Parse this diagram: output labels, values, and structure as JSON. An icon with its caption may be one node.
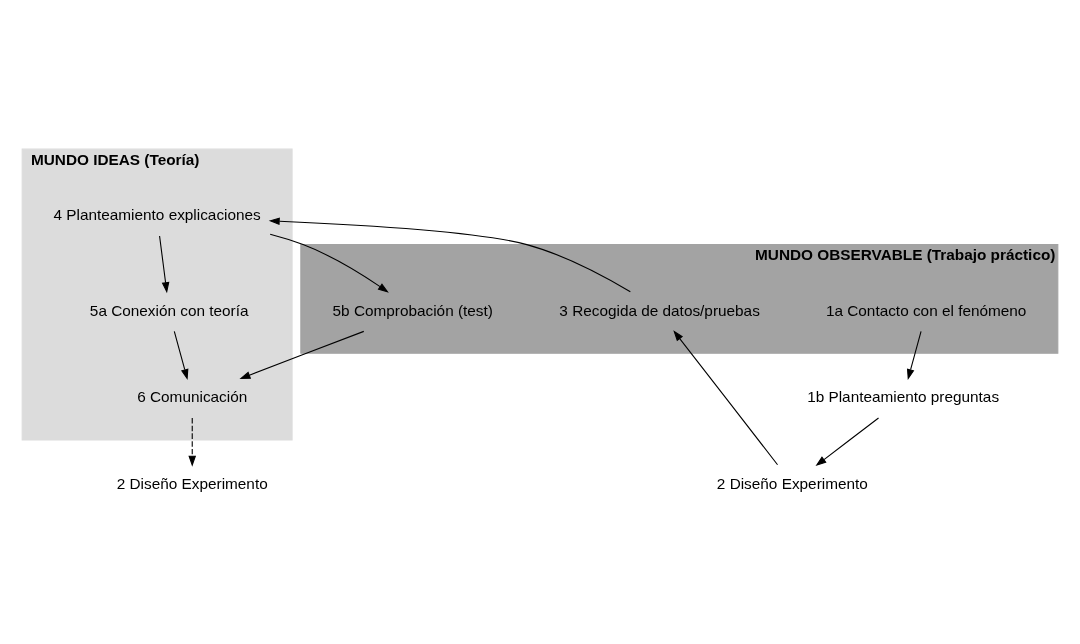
{
  "diagram": {
    "nodes": [
      {
        "text": [
          "MUNDO IDEAS (Teoría)"
        ]
      },
      {
        "text": [
          "4 Planteamiento explicaciones"
        ],
        "in": 0
      },
      {
        "text": [
          "5a Conexión con teoría"
        ],
        "in": 0
      },
      {
        "text": [
          "6 Comunicación"
        ],
        "in": 0
      },
      {
        "text": [
          "1b Planteamiento preguntas"
        ]
      },
      {
        "text": [
          "2 Diseño Experimento"
        ]
      },
      {
        "text": [
          "2 Diseño Experimento"
        ]
      },
      {
        "text": [
          "MUNDO OBSERVABLE (Trabajo práctico)"
        ]
      },
      {
        "text": [
          "1a Contacto con el fenómeno"
        ],
        "in": 7
      },
      {
        "text": [
          "3 Recogida de datos/pruebas"
        ],
        "in": 7
      },
      {
        "text": [
          "5b Comprobación (test)"
        ],
        "in": 7
      }
    ],
    "edges": [
      {
        "from": 8,
        "to": 4,
        "arrow": "to"
      },
      {
        "from": 4,
        "to": 5,
        "arrow": "to"
      },
      {
        "from": 5,
        "to": 9,
        "arrow": "to"
      },
      {
        "from": 9,
        "to": 1,
        "arrow": "to"
      },
      {
        "from": 1,
        "to": 10,
        "arrow": "to"
      },
      {
        "from": 10,
        "to": 3,
        "arrow": "to"
      },
      {
        "from": 1,
        "to": 2,
        "arrow": "to"
      },
      {
        "from": 2,
        "to": 3,
        "arrow": "to"
      },
      {
        "from": 3,
        "to": 6,
        "arrow": "to",
        "style": "dashed"
      }
    ]
  }
}
